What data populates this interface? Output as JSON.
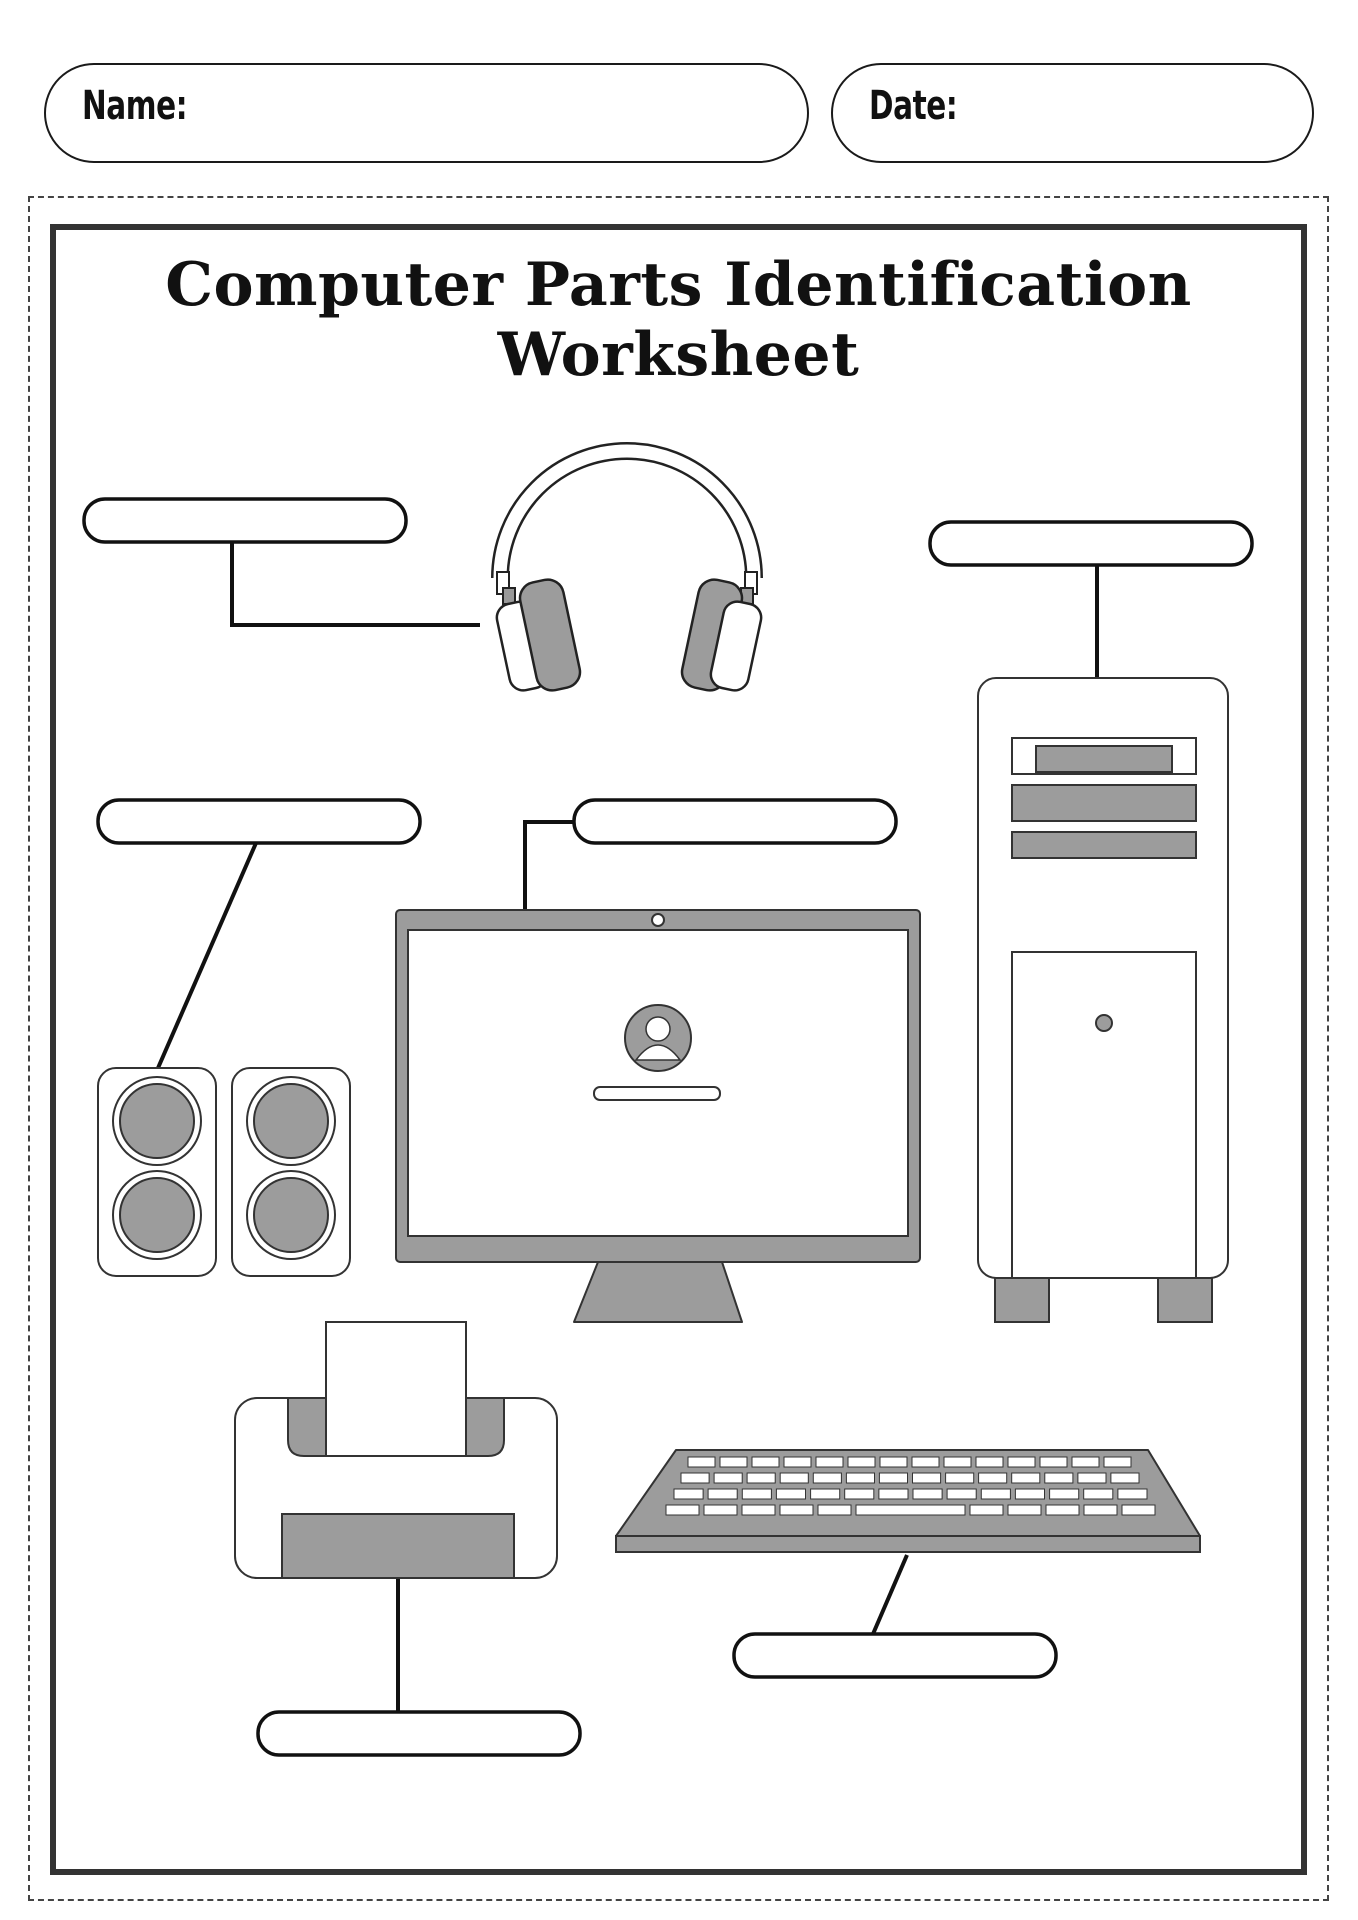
{
  "header": {
    "name_label": "Name:",
    "date_label": "Date:"
  },
  "worksheet": {
    "title": "Computer Parts Identification Worksheet"
  },
  "colors": {
    "ink": "#111111",
    "fill_gray": "#9c9c9c",
    "paper": "#ffffff"
  },
  "items": [
    {
      "name": "headphones-icon"
    },
    {
      "name": "cpu-tower-icon"
    },
    {
      "name": "speakers-icon"
    },
    {
      "name": "monitor-icon"
    },
    {
      "name": "printer-icon"
    },
    {
      "name": "keyboard-icon"
    }
  ]
}
